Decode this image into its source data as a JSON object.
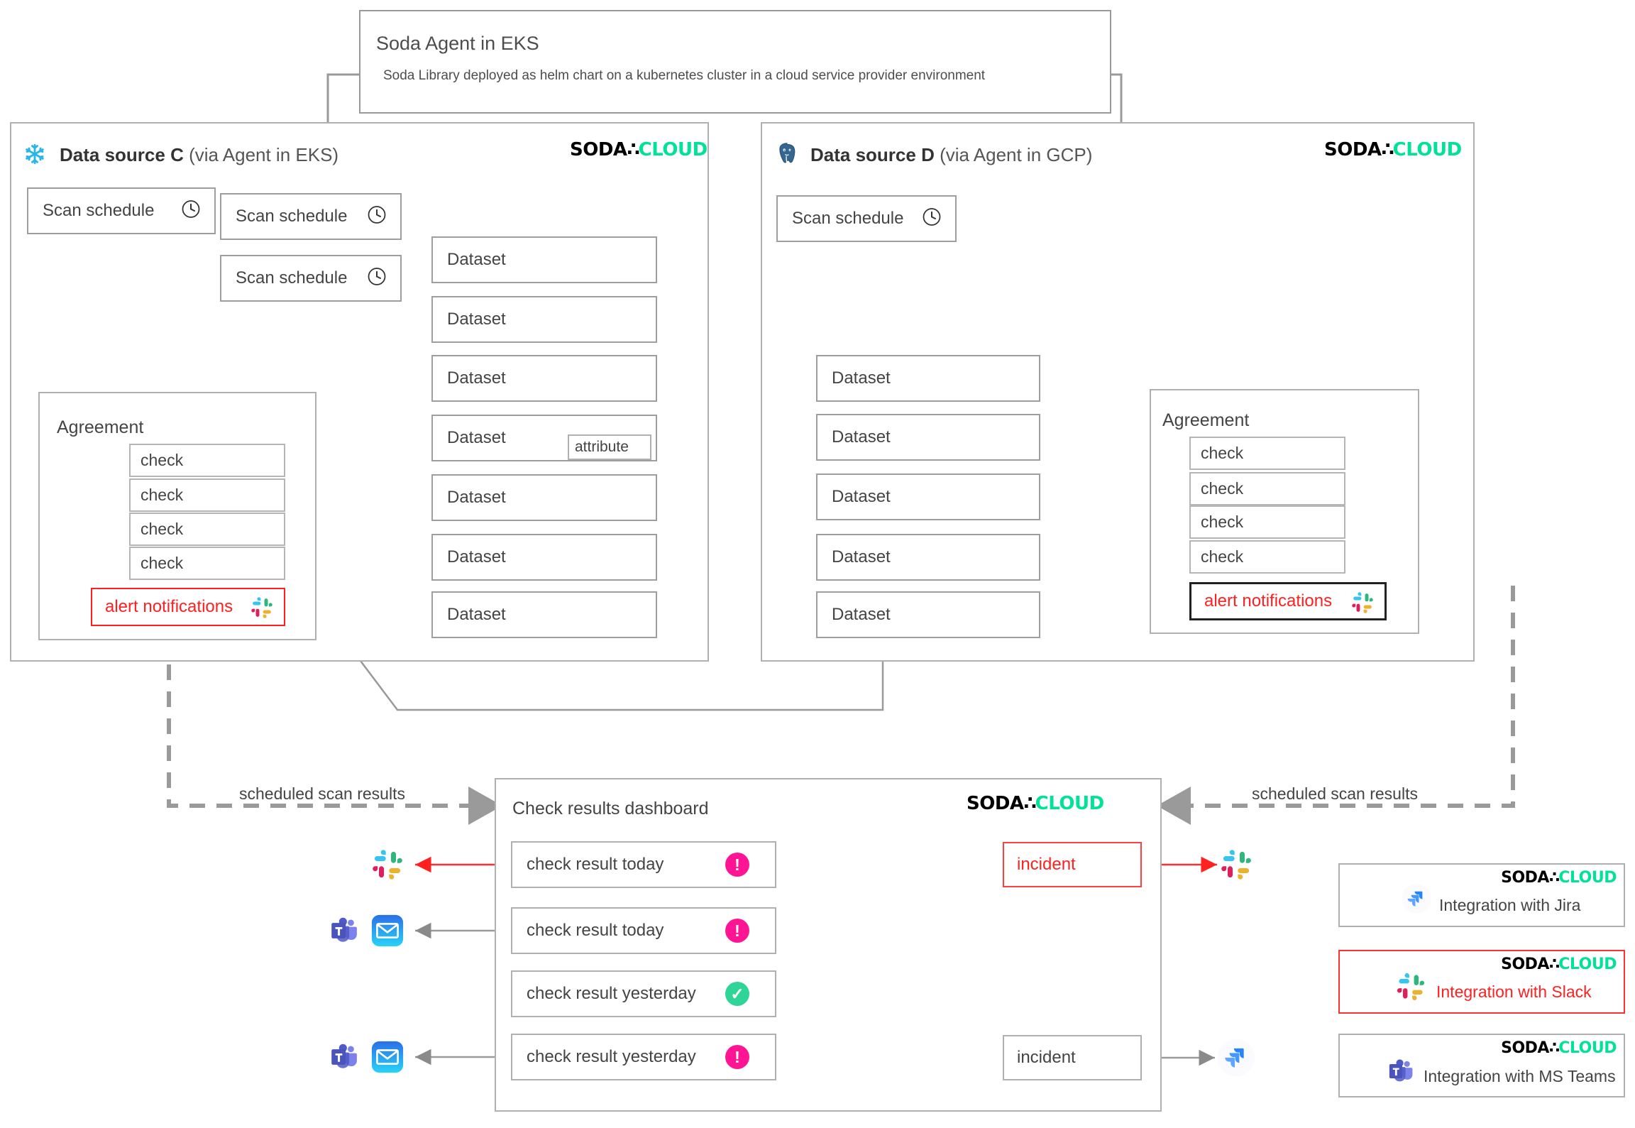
{
  "agent": {
    "title": "Soda Agent in EKS",
    "subtitle": "Soda Library deployed as helm chart on a kubernetes cluster in a cloud service provider environment"
  },
  "brand": {
    "logo_part1": "SODA",
    "logo_dots": "∴",
    "logo_part2": "CLOUD",
    "color_black": "#000000",
    "color_green": "#00E396",
    "color_red": "#FF2020",
    "color_grey_line": "#9a9a9a"
  },
  "panel_c": {
    "title_bold": "Data source C",
    "title_rest": "(via Agent in EKS)",
    "icon": "snowflake-icon",
    "icon_color": "#29B5E8",
    "scan_schedules": [
      {
        "label": "Scan schedule"
      },
      {
        "label": "Scan schedule"
      },
      {
        "label": "Scan schedule"
      }
    ],
    "agreement": {
      "label": "Agreement",
      "checks": [
        {
          "label": "check"
        },
        {
          "label": "check"
        },
        {
          "label": "check"
        },
        {
          "label": "check"
        }
      ],
      "alert": {
        "label": "alert notifications",
        "icon": "slack-icon"
      }
    },
    "datasets": [
      {
        "label": "Dataset",
        "attribute": null
      },
      {
        "label": "Dataset",
        "attribute": null
      },
      {
        "label": "Dataset",
        "attribute": null
      },
      {
        "label": "Dataset",
        "attribute": "attribute"
      },
      {
        "label": "Dataset",
        "attribute": null
      },
      {
        "label": "Dataset",
        "attribute": null
      },
      {
        "label": "Dataset",
        "attribute": null
      }
    ]
  },
  "panel_d": {
    "title_bold": "Data source D",
    "title_rest": "(via Agent in GCP)",
    "icon": "postgresql-icon",
    "icon_color": "#336791",
    "scan_schedules": [
      {
        "label": "Scan schedule"
      }
    ],
    "datasets": [
      {
        "label": "Dataset"
      },
      {
        "label": "Dataset"
      },
      {
        "label": "Dataset"
      },
      {
        "label": "Dataset"
      },
      {
        "label": "Dataset"
      }
    ],
    "agreement": {
      "label": "Agreement",
      "checks": [
        {
          "label": "check"
        },
        {
          "label": "check"
        },
        {
          "label": "check"
        },
        {
          "label": "check"
        }
      ],
      "alert": {
        "label": "alert notifications",
        "icon": "slack-icon"
      }
    }
  },
  "flow": {
    "left_scan_label": "scheduled scan results",
    "right_scan_label": "scheduled scan results"
  },
  "dashboard": {
    "title": "Check results dashboard",
    "results": [
      {
        "label": "check result today",
        "status": "warn",
        "badge_glyph": "!"
      },
      {
        "label": "check result today",
        "status": "warn",
        "badge_glyph": "!"
      },
      {
        "label": "check result yesterday",
        "status": "ok",
        "badge_glyph": "✓"
      },
      {
        "label": "check result yesterday",
        "status": "warn",
        "badge_glyph": "!"
      }
    ],
    "incidents": [
      {
        "label": "incident"
      },
      {
        "label": "incident"
      }
    ],
    "left_icons": [
      {
        "name": "slack-icon"
      },
      {
        "name": "ms-teams-icon"
      },
      {
        "name": "mail-icon"
      },
      {
        "name": "ms-teams-icon"
      },
      {
        "name": "mail-icon"
      }
    ],
    "right_icons": [
      {
        "name": "slack-icon"
      },
      {
        "name": "jira-icon"
      }
    ]
  },
  "legend": [
    {
      "label": "Integration with Jira",
      "icon": "jira-icon",
      "style": "grey"
    },
    {
      "label": "Integration with Slack",
      "icon": "slack-icon",
      "style": "red"
    },
    {
      "label": "Integration with MS Teams",
      "icon": "ms-teams-icon",
      "style": "grey"
    }
  ]
}
